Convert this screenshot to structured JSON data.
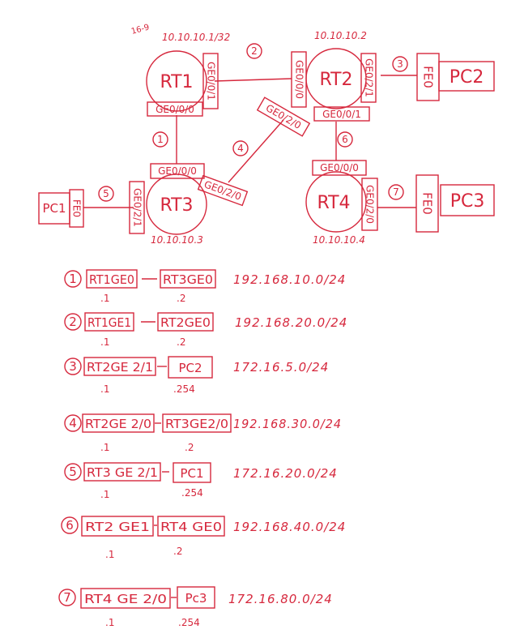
{
  "topology": {
    "routers": {
      "rt1": {
        "name": "RT1",
        "ip": "10.10.10.1/32",
        "note": "16-9"
      },
      "rt2": {
        "name": "RT2",
        "ip": "10.10.10.2"
      },
      "rt3": {
        "name": "RT3",
        "ip": "10.10.10.3"
      },
      "rt4": {
        "name": "RT4",
        "ip": "10.10.10.4"
      }
    },
    "pcs": {
      "pc1": "PC1",
      "pc2": "PC2",
      "pc3": "PC3"
    },
    "ports": {
      "rt1_ge000": "GE0/0/0",
      "rt1_ge001": "GE0/0/1",
      "rt2_ge000": "GE0/0/0",
      "rt2_ge021": "GE0/2/1",
      "rt2_ge020": "GE0/2/0",
      "rt2_ge001": "GE0/0/1",
      "rt3_ge000": "GE0/0/0",
      "rt3_ge020": "GE0/2/0",
      "rt3_ge021": "GE0/2/1",
      "rt4_ge000": "GE0/0/0",
      "rt4_ge020": "GE0/2/0",
      "fe0": "FE0"
    },
    "link_numbers": [
      "1",
      "2",
      "3",
      "4",
      "5",
      "6",
      "7"
    ]
  },
  "address_table": [
    {
      "num": "1",
      "left": "RT1GE0",
      "right": "RT3GE0",
      "subnet": "192.168.10.0/24",
      "left_host": ".1",
      "right_host": ".2"
    },
    {
      "num": "2",
      "left": "RT1GE1",
      "right": "RT2GE0",
      "subnet": "192.168.20.0/24",
      "left_host": ".1",
      "right_host": ".2"
    },
    {
      "num": "3",
      "left": "RT2GE 2/1",
      "right": "PC2",
      "subnet": "172.16.5.0/24",
      "left_host": ".1",
      "right_host": ".254"
    },
    {
      "num": "4",
      "left": "RT2GE 2/0",
      "right": "RT3GE2/0",
      "subnet": "192.168.30.0/24",
      "left_host": ".1",
      "right_host": ".2"
    },
    {
      "num": "5",
      "left": "RT3 GE 2/1",
      "right": "PC1",
      "subnet": "172.16.20.0/24",
      "left_host": ".1",
      "right_host": ".254"
    },
    {
      "num": "6",
      "left": "RT2 GE1",
      "right": "RT4 GE0",
      "subnet": "192.168.40.0/24",
      "left_host": ".1",
      "right_host": ".2"
    },
    {
      "num": "7",
      "left": "RT4 GE 2/0",
      "right": "Pc3",
      "subnet": "172.16.80.0/24",
      "left_host": ".1",
      "right_host": ".254"
    }
  ]
}
